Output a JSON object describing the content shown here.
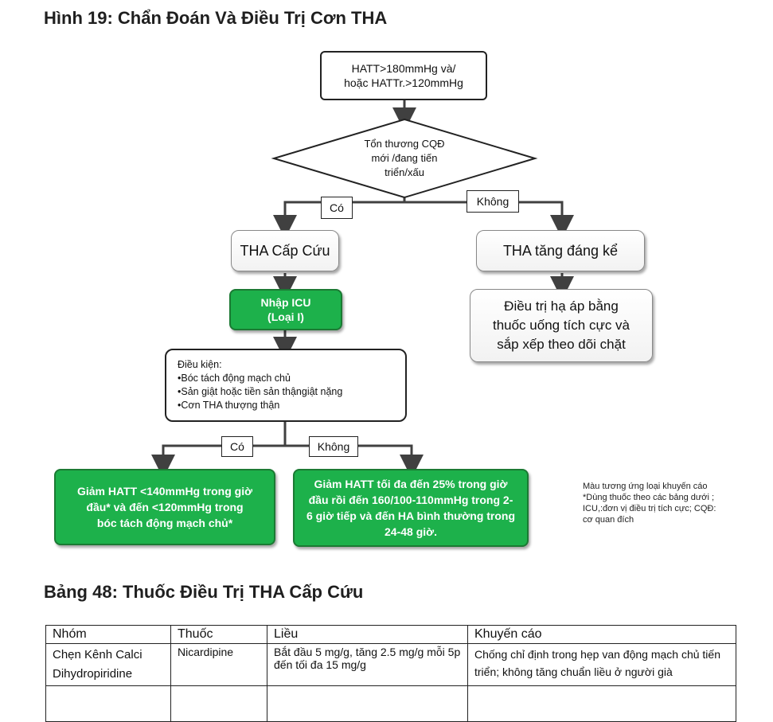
{
  "figure_title": "Hình 19: Chẩn Đoán Và Điều Trị Cơn THA",
  "table_title": "Bảng 48: Thuốc Điều Trị THA Cấp Cứu",
  "nodes": {
    "start": [
      "HATT>180mmHg và/",
      "hoặc HATTr.>120mmHg"
    ],
    "decision": [
      "Tổn thương CQĐ",
      "mới /đang tiến",
      "triển/xấu"
    ],
    "yes_label": "Có",
    "no_label": "Không",
    "emergency": "THA Cấp Cứu",
    "urgency": "THA tăng đáng kể",
    "icu": [
      "Nhập ICU",
      "(Loại I)"
    ],
    "oral_treatment": [
      "Điều trị hạ áp bằng",
      "thuốc uống tích cực và",
      "sắp xếp  theo dõi chặt"
    ],
    "conditions": [
      "Điều kiện:",
      "•Bóc tách động mạch chủ",
      "•Sản giật hoặc tiền sản  thậngiật nặng",
      "•Cơn THA thượng thận"
    ],
    "yes_label_2": "Có",
    "no_label_2": "Không",
    "goal_yes": [
      "Giảm HATT <140mmHg trong giờ",
      "đầu* và đến <120mmHg trong",
      "bóc tách động mạch chủ*"
    ],
    "goal_no": [
      "Giảm HATT tối đa đến 25% trong giờ",
      "đầu rồi đến 160/100-110mmHg trong 2-",
      "6 giờ tiếp và  đến HA bình thường trong",
      "24-48 giờ."
    ]
  },
  "legend": [
    "Màu tương ứng loại khuyến  cáo",
    "*Dùng thuốc  theo các  bảng dưới ;",
    "ICU,:đơn vị điều trị tích cực; CQĐ:",
    "cơ quan đích"
  ],
  "table": {
    "headers": [
      "Nhóm",
      "Thuốc",
      "Liều",
      "Khuyến cáo"
    ],
    "rows": [
      [
        "Chẹn Kênh Calci Dihydropiridine",
        "Nicardipine",
        "Bắt đầu 5 mg/g, tăng 2.5 mg/g mỗi 5p đến tối đa 15 mg/g",
        "Chống chỉ định trong hẹp van động mạch chủ tiến triển; không tăng chuẩn liều ở người già"
      ]
    ]
  },
  "colors": {
    "green": "#1db14b",
    "green_border": "#1b7a33",
    "line": "#404040"
  }
}
